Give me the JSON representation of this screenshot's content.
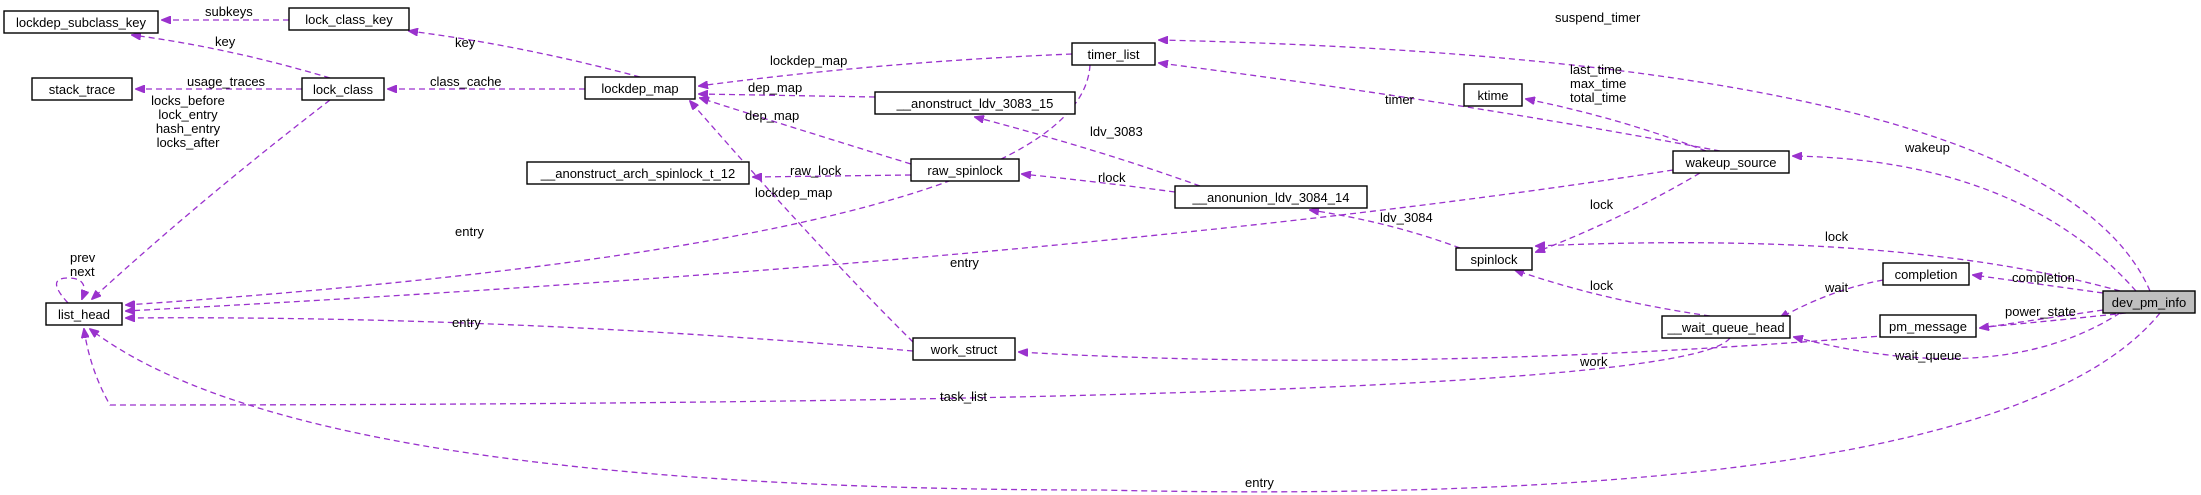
{
  "colors": {
    "edge": "#9a32cd",
    "node_border": "#000000",
    "highlight_fill": "#bfbfbf",
    "background": "#ffffff"
  },
  "nodes": {
    "lockdep_subclass_key": "lockdep_subclass_key",
    "lock_class_key": "lock_class_key",
    "stack_trace": "stack_trace",
    "lock_class": "lock_class",
    "lockdep_map": "lockdep_map",
    "timer_list": "timer_list",
    "anonstruct_ldv_3083_15": "__anonstruct_ldv_3083_15",
    "ktime": "ktime",
    "anonstruct_arch_spinlock_t_12": "__anonstruct_arch_spinlock_t_12",
    "raw_spinlock": "raw_spinlock",
    "anonunion_ldv_3084_14": "__anonunion_ldv_3084_14",
    "wakeup_source": "wakeup_source",
    "spinlock": "spinlock",
    "list_head": "list_head",
    "completion": "completion",
    "dev_pm_info": "dev_pm_info",
    "work_struct": "work_struct",
    "wait_queue_head": "__wait_queue_head",
    "pm_message": "pm_message"
  },
  "edges": [
    {
      "from": "lock_class_key",
      "to": "lockdep_subclass_key",
      "label": "subkeys"
    },
    {
      "from": "lock_class",
      "to": "lockdep_subclass_key",
      "label": "key"
    },
    {
      "from": "lockdep_map",
      "to": "lock_class_key",
      "label": "key"
    },
    {
      "from": "lock_class",
      "to": "stack_trace",
      "label": "usage_traces"
    },
    {
      "from": "lockdep_map",
      "to": "lock_class",
      "label": "class_cache"
    },
    {
      "from": "lock_class",
      "to": "list_head",
      "label": "locks_before\nlock_entry\nhash_entry\nlocks_after"
    },
    {
      "from": "timer_list",
      "to": "lockdep_map",
      "label": "lockdep_map"
    },
    {
      "from": "anonstruct_ldv_3083_15",
      "to": "lockdep_map",
      "label": "dep_map"
    },
    {
      "from": "raw_spinlock",
      "to": "lockdep_map",
      "label": "dep_map"
    },
    {
      "from": "work_struct",
      "to": "lockdep_map",
      "label": "lockdep_map"
    },
    {
      "from": "dev_pm_info",
      "to": "timer_list",
      "label": "suspend_timer"
    },
    {
      "from": "wakeup_source",
      "to": "timer_list",
      "label": "timer"
    },
    {
      "from": "wakeup_source",
      "to": "ktime",
      "label": "last_time\nmax_time\ntotal_time"
    },
    {
      "from": "anonunion_ldv_3084_14",
      "to": "anonstruct_ldv_3083_15",
      "label": "ldv_3083"
    },
    {
      "from": "raw_spinlock",
      "to": "anonstruct_arch_spinlock_t_12",
      "label": "raw_lock"
    },
    {
      "from": "anonunion_ldv_3084_14",
      "to": "raw_spinlock",
      "label": "rlock"
    },
    {
      "from": "spinlock",
      "to": "anonunion_ldv_3084_14",
      "label": "ldv_3084"
    },
    {
      "from": "dev_pm_info",
      "to": "wakeup_source",
      "label": "wakeup"
    },
    {
      "from": "timer_list",
      "to": "list_head",
      "label": "entry"
    },
    {
      "from": "wakeup_source",
      "to": "list_head",
      "label": "entry"
    },
    {
      "from": "wakeup_source",
      "to": "spinlock",
      "label": "lock"
    },
    {
      "from": "dev_pm_info",
      "to": "spinlock",
      "label": "lock"
    },
    {
      "from": "wait_queue_head",
      "to": "spinlock",
      "label": "lock"
    },
    {
      "from": "completion",
      "to": "wait_queue_head",
      "label": "wait"
    },
    {
      "from": "dev_pm_info",
      "to": "completion",
      "label": "completion"
    },
    {
      "from": "dev_pm_info",
      "to": "pm_message",
      "label": "power_state"
    },
    {
      "from": "dev_pm_info",
      "to": "wait_queue_head",
      "label": "wait_queue"
    },
    {
      "from": "work_struct",
      "to": "list_head",
      "label": "entry"
    },
    {
      "from": "dev_pm_info",
      "to": "work_struct",
      "label": "work"
    },
    {
      "from": "wait_queue_head",
      "to": "list_head",
      "label": "task_list"
    },
    {
      "from": "dev_pm_info",
      "to": "list_head",
      "label": "entry"
    },
    {
      "from": "list_head",
      "to": "list_head",
      "label": "prev\nnext"
    }
  ]
}
